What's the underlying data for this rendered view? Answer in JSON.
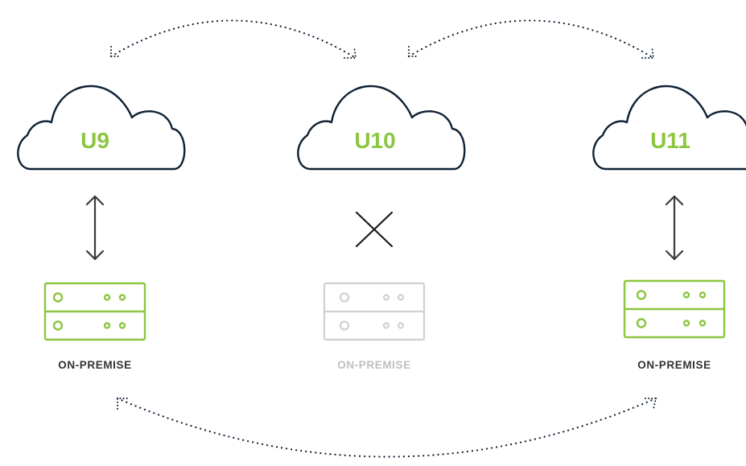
{
  "colors": {
    "accent": "#8cc63f",
    "outline": "#0f2133",
    "arrow": "#3a3a3a",
    "disabled": "#cccccc",
    "label": "#333333",
    "disabled_label": "#bfbfbf"
  },
  "clouds": [
    {
      "label": "U9"
    },
    {
      "label": "U10"
    },
    {
      "label": "U11"
    }
  ],
  "servers": [
    {
      "label": "ON-PREMISE",
      "state": "connected"
    },
    {
      "label": "ON-PREMISE",
      "state": "disconnected"
    },
    {
      "label": "ON-PREMISE",
      "state": "connected"
    }
  ],
  "icons": {
    "link_arrow": "double-arrow-icon",
    "no_link": "cross-icon"
  }
}
